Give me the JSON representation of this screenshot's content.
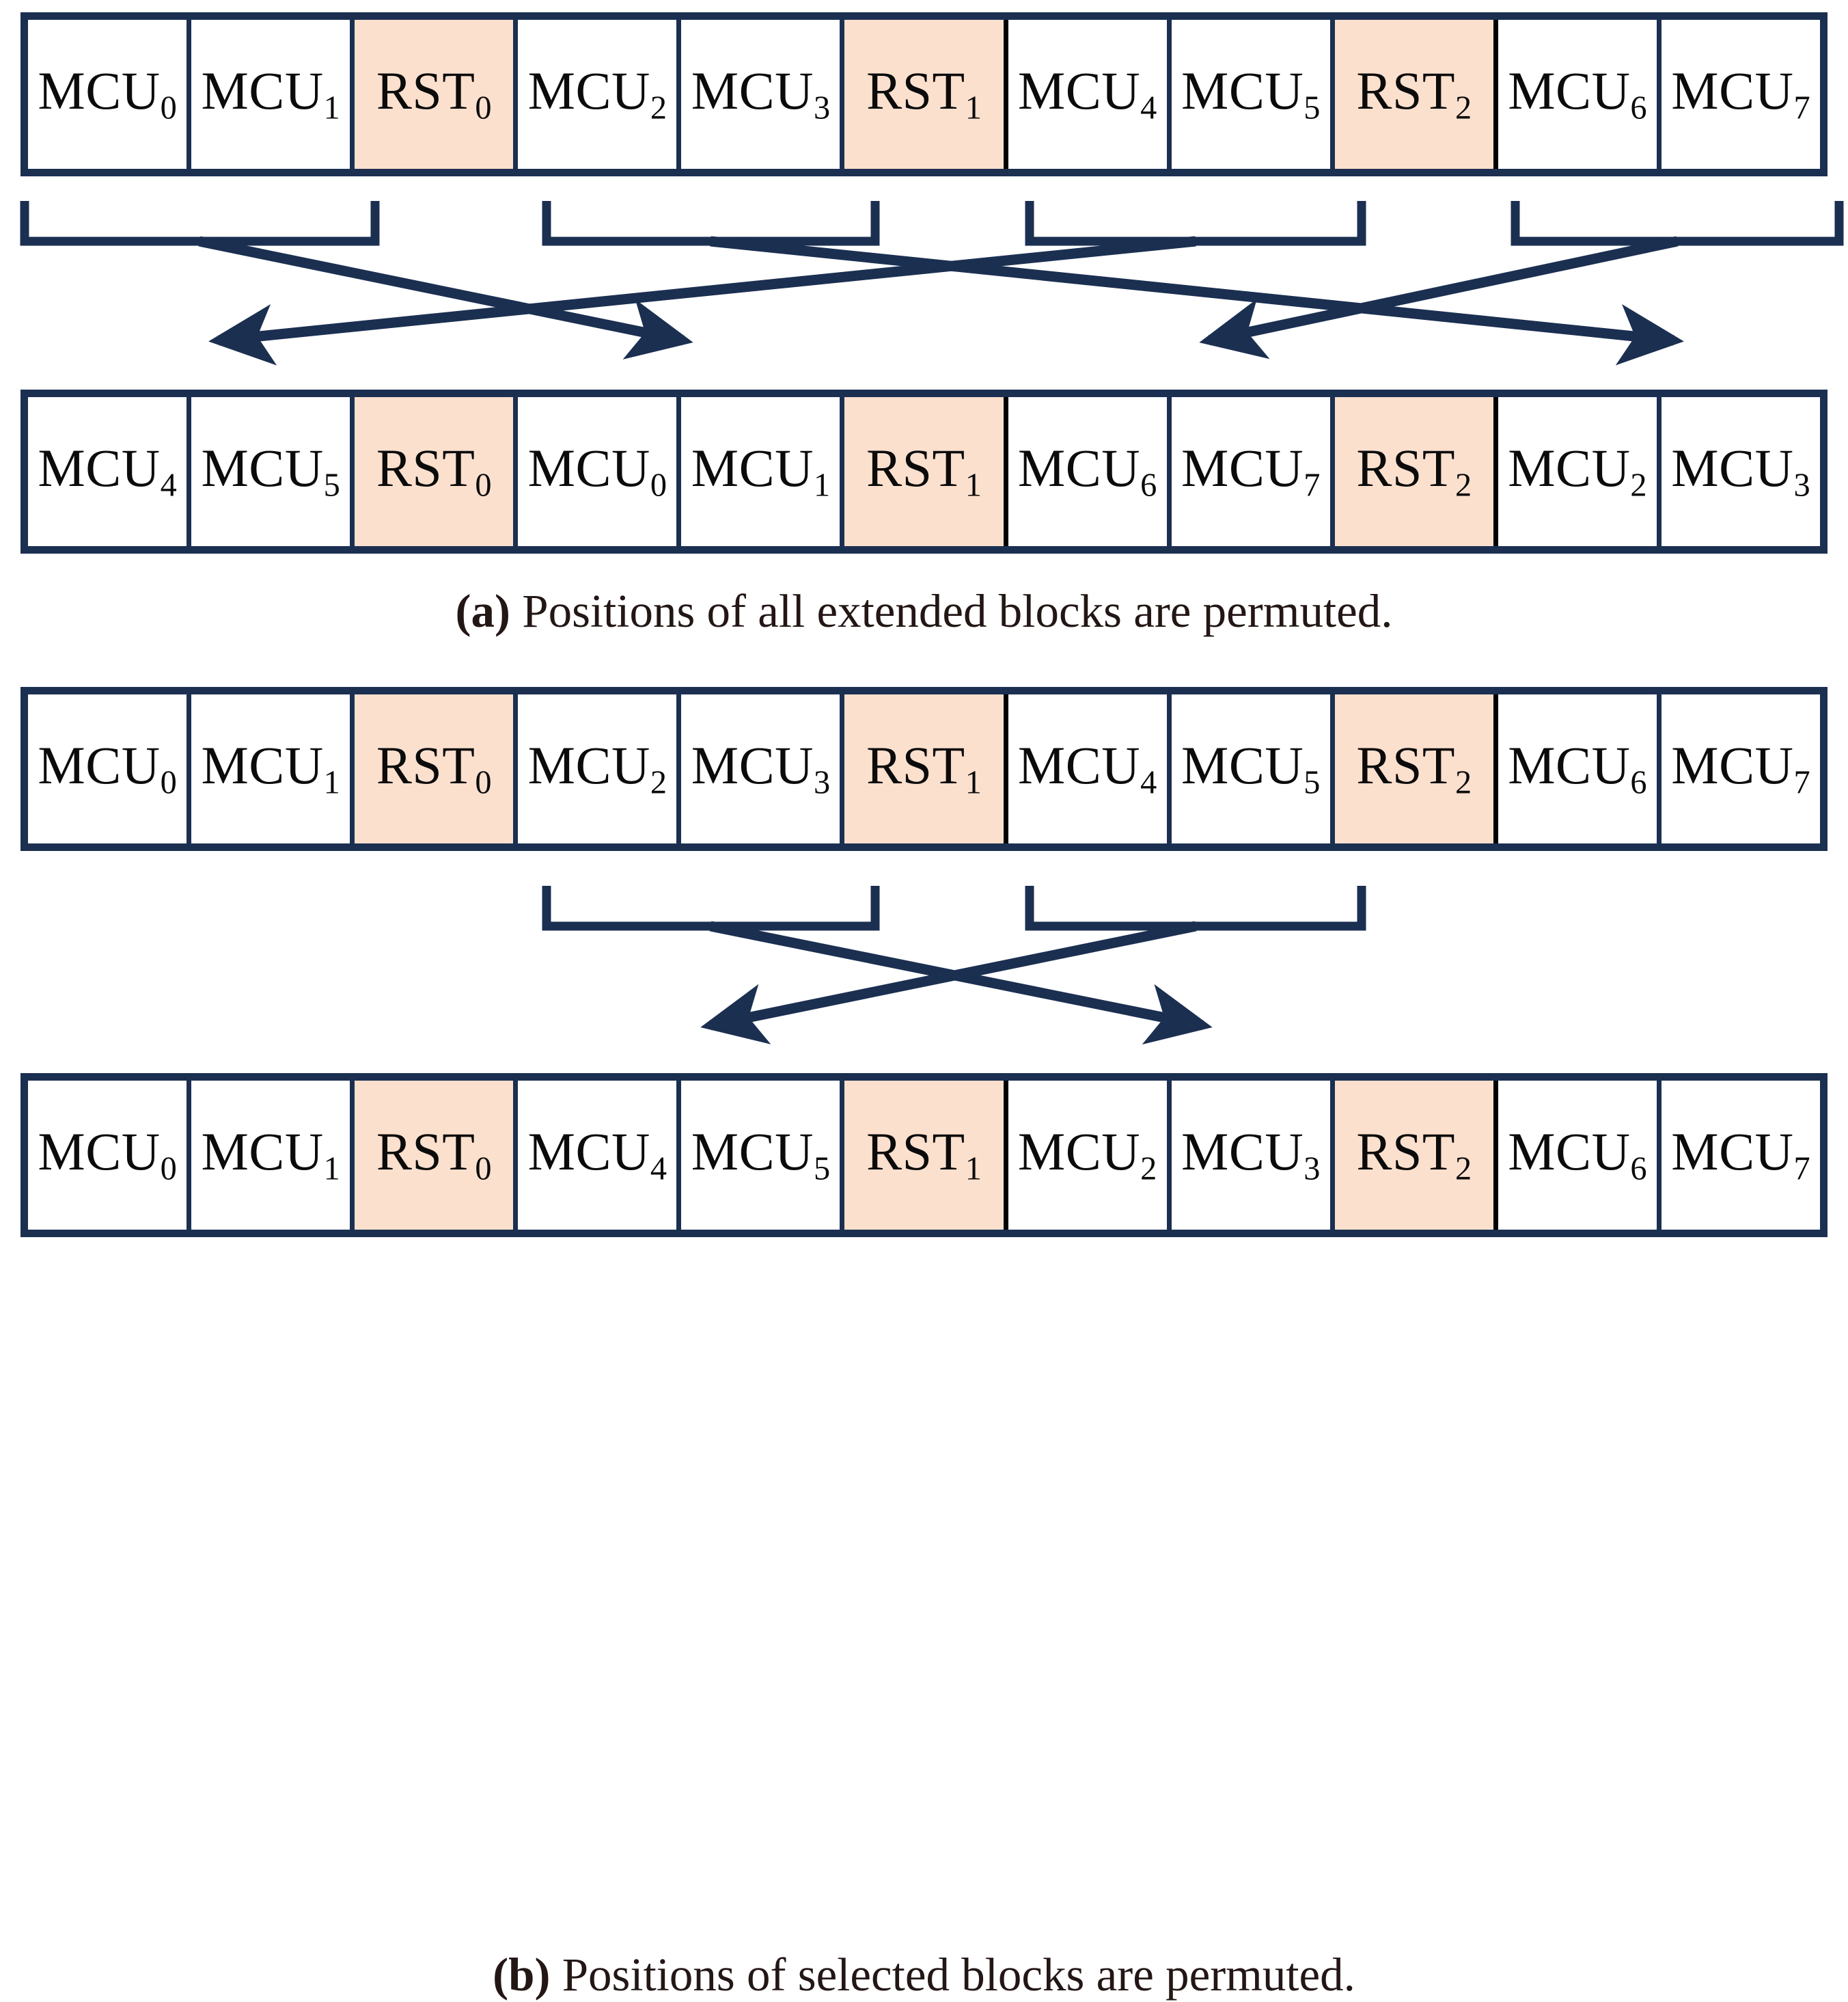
{
  "figure": {
    "colors": {
      "frame": "#1b2f51",
      "rst_fill": "#fce0ce",
      "mcu_fill": "#ffffff",
      "text": "#0b0b0b",
      "caption_text": "#231715",
      "dark_divider": "#000000"
    }
  },
  "panel_a": {
    "id": "a",
    "caption_marker": "(a)",
    "caption_text": " Positions of all extended blocks are permuted.",
    "caption_full": "(a) Positions of all extended blocks are permuted.",
    "top_row": {
      "name": "original-sequence",
      "cells": [
        {
          "type": "mcu",
          "base": "MCU",
          "index": "0",
          "label": "MCU0"
        },
        {
          "type": "mcu",
          "base": "MCU",
          "index": "1",
          "label": "MCU1"
        },
        {
          "type": "rst",
          "base": "RST",
          "index": "0",
          "label": "RST0"
        },
        {
          "type": "mcu",
          "base": "MCU",
          "index": "2",
          "label": "MCU2"
        },
        {
          "type": "mcu",
          "base": "MCU",
          "index": "3",
          "label": "MCU3"
        },
        {
          "type": "rst",
          "base": "RST",
          "index": "1",
          "label": "RST1"
        },
        {
          "type": "mcu",
          "base": "MCU",
          "index": "4",
          "label": "MCU4"
        },
        {
          "type": "mcu",
          "base": "MCU",
          "index": "5",
          "label": "MCU5"
        },
        {
          "type": "rst",
          "base": "RST",
          "index": "2",
          "label": "RST2"
        },
        {
          "type": "mcu",
          "base": "MCU",
          "index": "6",
          "label": "MCU6"
        },
        {
          "type": "mcu",
          "base": "MCU",
          "index": "7",
          "label": "MCU7"
        }
      ]
    },
    "bottom_row": {
      "name": "permuted-sequence",
      "cells": [
        {
          "type": "mcu",
          "base": "MCU",
          "index": "4",
          "label": "MCU4"
        },
        {
          "type": "mcu",
          "base": "MCU",
          "index": "5",
          "label": "MCU5"
        },
        {
          "type": "rst",
          "base": "RST",
          "index": "0",
          "label": "RST0"
        },
        {
          "type": "mcu",
          "base": "MCU",
          "index": "0",
          "label": "MCU0"
        },
        {
          "type": "mcu",
          "base": "MCU",
          "index": "1",
          "label": "MCU1"
        },
        {
          "type": "rst",
          "base": "RST",
          "index": "1",
          "label": "RST1"
        },
        {
          "type": "mcu",
          "base": "MCU",
          "index": "6",
          "label": "MCU6"
        },
        {
          "type": "mcu",
          "base": "MCU",
          "index": "7",
          "label": "MCU7"
        },
        {
          "type": "rst",
          "base": "RST",
          "index": "2",
          "label": "RST2"
        },
        {
          "type": "mcu",
          "base": "MCU",
          "index": "2",
          "label": "MCU2"
        },
        {
          "type": "mcu",
          "base": "MCU",
          "index": "3",
          "label": "MCU3"
        }
      ]
    },
    "groups": [
      {
        "name": "group-1",
        "cells": "MCU0 MCU1"
      },
      {
        "name": "group-2",
        "cells": "MCU2 MCU3"
      },
      {
        "name": "group-3",
        "cells": "MCU4 MCU5"
      },
      {
        "name": "group-4",
        "cells": "MCU6 MCU7"
      }
    ],
    "mappings": [
      {
        "from": "group-1",
        "to": "slot-2",
        "note": "MCU0 MCU1 move to positions 4-5"
      },
      {
        "from": "group-2",
        "to": "slot-4",
        "note": "MCU2 MCU3 move to positions 10-11"
      },
      {
        "from": "group-3",
        "to": "slot-1",
        "note": "MCU4 MCU5 move to positions 1-2"
      },
      {
        "from": "group-4",
        "to": "slot-3",
        "note": "MCU6 MCU7 move to positions 7-8"
      }
    ]
  },
  "panel_b": {
    "id": "b",
    "caption_marker": "(b)",
    "caption_text": " Positions of selected blocks are permuted.",
    "caption_full": "(b) Positions of selected blocks are permuted.",
    "top_row": {
      "name": "original-sequence",
      "cells": [
        {
          "type": "mcu",
          "base": "MCU",
          "index": "0",
          "label": "MCU0"
        },
        {
          "type": "mcu",
          "base": "MCU",
          "index": "1",
          "label": "MCU1"
        },
        {
          "type": "rst",
          "base": "RST",
          "index": "0",
          "label": "RST0"
        },
        {
          "type": "mcu",
          "base": "MCU",
          "index": "2",
          "label": "MCU2"
        },
        {
          "type": "mcu",
          "base": "MCU",
          "index": "3",
          "label": "MCU3"
        },
        {
          "type": "rst",
          "base": "RST",
          "index": "1",
          "label": "RST1"
        },
        {
          "type": "mcu",
          "base": "MCU",
          "index": "4",
          "label": "MCU4"
        },
        {
          "type": "mcu",
          "base": "MCU",
          "index": "5",
          "label": "MCU5"
        },
        {
          "type": "rst",
          "base": "RST",
          "index": "2",
          "label": "RST2"
        },
        {
          "type": "mcu",
          "base": "MCU",
          "index": "6",
          "label": "MCU6"
        },
        {
          "type": "mcu",
          "base": "MCU",
          "index": "7",
          "label": "MCU7"
        }
      ]
    },
    "bottom_row": {
      "name": "permuted-sequence",
      "cells": [
        {
          "type": "mcu",
          "base": "MCU",
          "index": "0",
          "label": "MCU0"
        },
        {
          "type": "mcu",
          "base": "MCU",
          "index": "1",
          "label": "MCU1"
        },
        {
          "type": "rst",
          "base": "RST",
          "index": "0",
          "label": "RST0"
        },
        {
          "type": "mcu",
          "base": "MCU",
          "index": "4",
          "label": "MCU4"
        },
        {
          "type": "mcu",
          "base": "MCU",
          "index": "5",
          "label": "MCU5"
        },
        {
          "type": "rst",
          "base": "RST",
          "index": "1",
          "label": "RST1"
        },
        {
          "type": "mcu",
          "base": "MCU",
          "index": "2",
          "label": "MCU2"
        },
        {
          "type": "mcu",
          "base": "MCU",
          "index": "3",
          "label": "MCU3"
        },
        {
          "type": "rst",
          "base": "RST",
          "index": "2",
          "label": "RST2"
        },
        {
          "type": "mcu",
          "base": "MCU",
          "index": "6",
          "label": "MCU6"
        },
        {
          "type": "mcu",
          "base": "MCU",
          "index": "7",
          "label": "MCU7"
        }
      ]
    },
    "groups": [
      {
        "name": "group-1",
        "cells": "MCU2 MCU3"
      },
      {
        "name": "group-2",
        "cells": "MCU4 MCU5"
      }
    ],
    "mappings": [
      {
        "from": "group-1",
        "to": "slot-2",
        "note": "MCU2 MCU3 move to positions 7-8"
      },
      {
        "from": "group-2",
        "to": "slot-1",
        "note": "MCU4 MCU5 move to positions 4-5"
      }
    ]
  }
}
